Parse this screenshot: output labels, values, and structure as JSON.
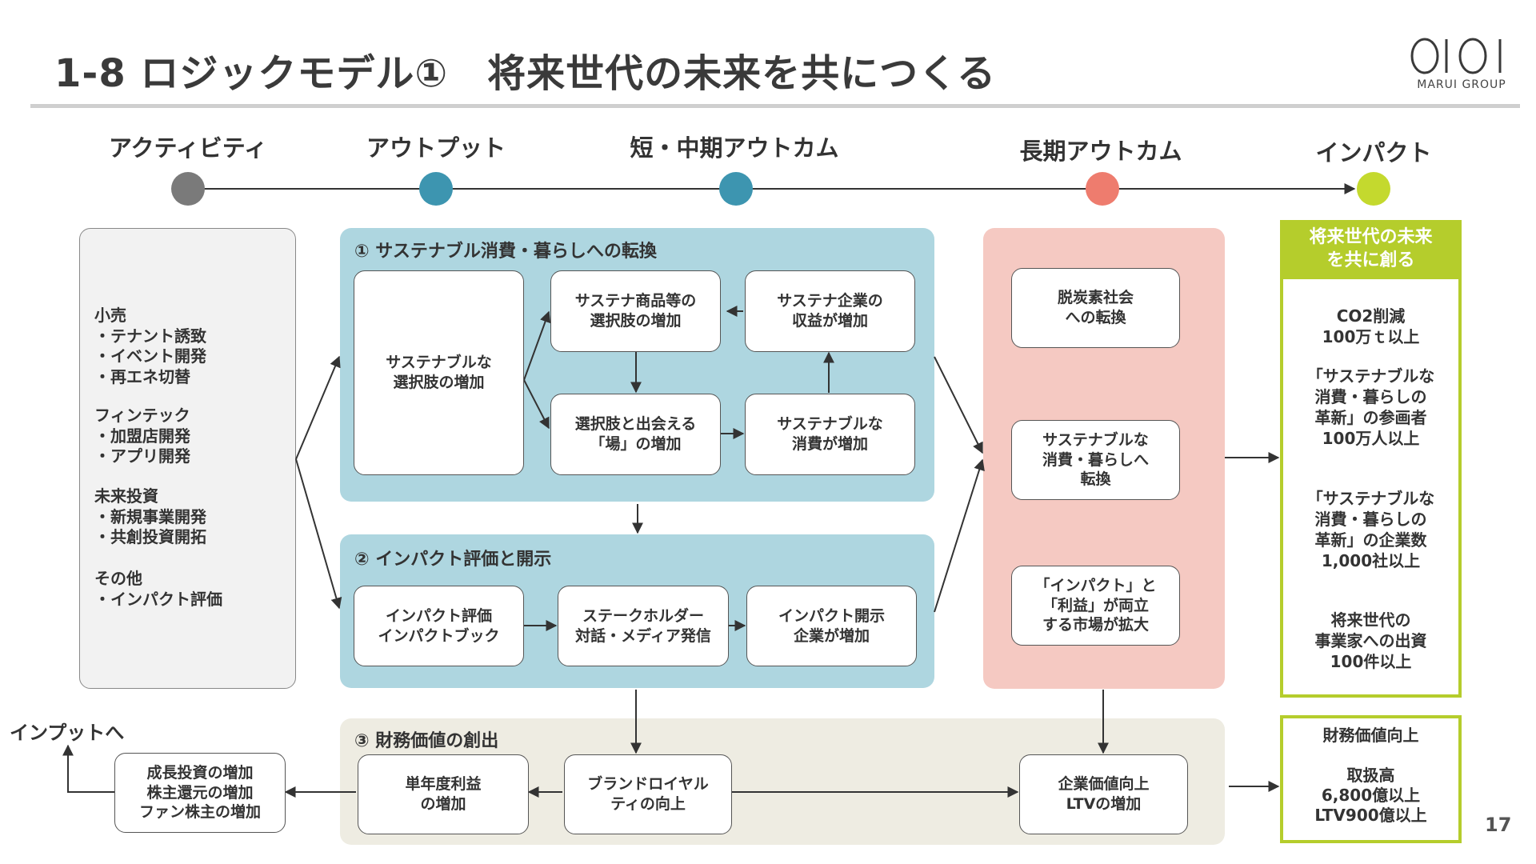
{
  "header": {
    "title": "1-8 ロジックモデル①　将来世代の未来を共につくる",
    "logo_text": "MARUI GROUP",
    "page_number": "17"
  },
  "phases": [
    "アクティビティ",
    "アウトプット",
    "短・中期アウトカム",
    "長期アウトカム",
    "インパクト"
  ],
  "colors": {
    "dot_activity": "#7a7a7a",
    "dot_output": "#3d95b0",
    "dot_short": "#3d95b0",
    "dot_long": "#ee7c6e",
    "dot_impact": "#c4d92e",
    "panel_blue": "#aed6e0",
    "panel_pink": "#f5c9c2",
    "panel_beige": "#eeece2",
    "impact_green": "#b5cd2c"
  },
  "activities": {
    "retail": "小売\n・テナント誘致\n・イベント開発\n・再エネ切替",
    "fintech": "フィンテック\n・加盟店開発\n・アプリ開発",
    "future": "未来投資\n・新規事業開発\n・共創投資開拓",
    "other": "その他\n・インパクト評価"
  },
  "section1": {
    "title": "① サステナブル消費・暮らしへの転換",
    "boxes": {
      "sustainable_choices": "サステナブルな\n選択肢の増加",
      "product_choices": "サステナ商品等の\n選択肢の増加",
      "corp_profit": "サステナ企業の\n収益が増加",
      "meeting_place": "選択肢と出会える\n「場」の増加",
      "sustainable_consumption": "サステナブルな\n消費が増加"
    }
  },
  "section2": {
    "title": "② インパクト評価と開示",
    "boxes": {
      "impact_book": "インパクト評価\nインパクトブック",
      "stakeholder": "ステークホルダー\n対話・メディア発信",
      "disclosure": "インパクト開示\n企業が増加"
    }
  },
  "section3": {
    "title": "③ 財務価値の創出",
    "boxes": {
      "profit": "単年度利益\nの増加",
      "brand": "ブランドロイヤル\nティの向上",
      "corp_value": "企業価値向上\nLTVの増加"
    }
  },
  "long_term": {
    "decarbon": "脱炭素社会\nへの転換",
    "lifestyle": "サステナブルな\n消費・暮らしへ\n転換",
    "market": "「インパクト」と\n「利益」が両立\nする市場が拡大"
  },
  "impact": {
    "head": "将来世代の未来\nを共に創る",
    "items": [
      "CO2削減\n100万ｔ以上",
      "「サステナブルな\n消費・暮らしの\n革新」の参画者\n100万人以上",
      "「サステナブルな\n消費・暮らしの\n革新」の企業数\n1,000社以上",
      "将来世代の\n事業家への出資\n100件以上"
    ],
    "financial": "財務価値向上\n\n取扱高\n6,800億以上\nLTV900億以上"
  },
  "feedback": {
    "outcome": "成長投資の増加\n株主還元の増加\nファン株主の増加",
    "input_label": "インプットへ"
  }
}
